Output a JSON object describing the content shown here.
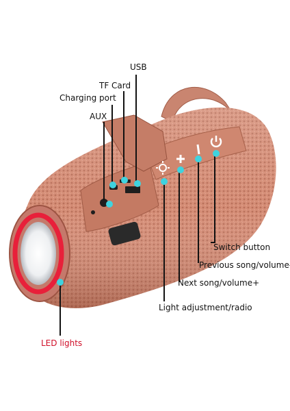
{
  "labels": {
    "usb": "USB",
    "tf_card": "TF Card",
    "charging_port": "Charging port",
    "aux": "AUX",
    "switch_button": "Switch button",
    "previous_song": "Previous song/volume-",
    "next_song": "Next song/volume+",
    "light_adjustment": "Light adjustment/radio",
    "led_lights": "LED lights"
  },
  "colors": {
    "speaker_body": "#d38a72",
    "speaker_dark": "#b96b55",
    "marker_dot": "#3fd3df",
    "led_ring": "#e8203a",
    "led_label": "#d0102a",
    "leader_line": "#111111"
  },
  "icons": [
    "sun-icon",
    "plus-icon",
    "minus-icon",
    "power-icon"
  ]
}
